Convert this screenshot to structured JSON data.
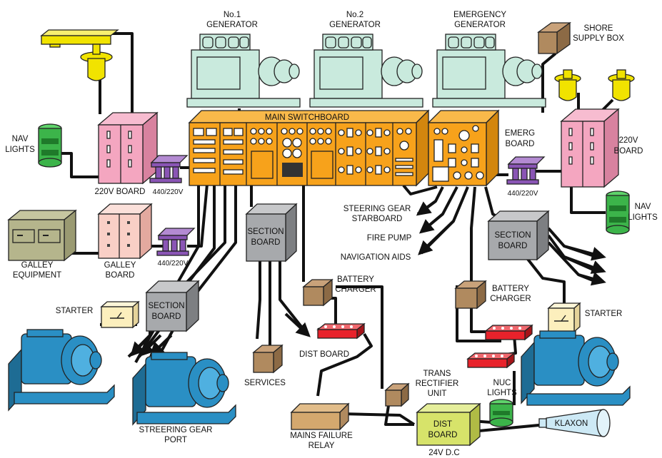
{
  "labels": {
    "gen1": [
      "No.1",
      "GENERATOR"
    ],
    "gen2": [
      "No.2",
      "GENERATOR"
    ],
    "gen_emerg": [
      "EMERGENCY",
      "GENERATOR"
    ],
    "shore": [
      "SHORE",
      "SUPPLY BOX"
    ],
    "main_switchboard": "MAIN SWITCHBOARD",
    "emerg_board": [
      "EMERG",
      "BOARD"
    ],
    "board_220_left": "220V BOARD",
    "board_220_right": [
      "220V",
      "BOARD"
    ],
    "nav_lights_left": [
      "NAV",
      "LIGHTS"
    ],
    "nav_lights_right": [
      "NAV",
      "LIGHTS"
    ],
    "transformer_left_top": "440/220V",
    "transformer_left_bottom": "440/220V",
    "transformer_right": "440/220V",
    "galley_equipment": [
      "GALLEY",
      "EQUIPMENT"
    ],
    "galley_board": [
      "GALLEY",
      "BOARD"
    ],
    "section_board_center": [
      "SECTION",
      "BOARD"
    ],
    "section_board_left": [
      "SECTION",
      "BOARD"
    ],
    "section_board_right": [
      "SECTION",
      "BOARD"
    ],
    "steering_stbd": [
      "STEERING GEAR",
      "STARBOARD"
    ],
    "fire_pump": "FIRE PUMP",
    "nav_aids": "NAVIGATION AIDS",
    "starter_left": "STARTER",
    "starter_right": "STARTER",
    "battery_charger_center": [
      "BATTERY",
      "CHARGER"
    ],
    "battery_charger_right": [
      "BATTERY",
      "CHARGER"
    ],
    "dist_board_top": "DIST BOARD",
    "services": "SERVICES",
    "steering_port": [
      "STREERING GEAR",
      "PORT"
    ],
    "trans_rectifier": [
      "TRANS",
      "RECTIFIER",
      "UNIT"
    ],
    "mains_failure": [
      "MAINS FAILURE",
      "RELAY"
    ],
    "dist_board_24v": [
      "DIST",
      "BOARD"
    ],
    "dc_24v": "24V D.C",
    "nuc_lights": [
      "NUC",
      "LIGHTS"
    ],
    "klaxon": "KLAXON"
  },
  "colors": {
    "generator": "#c9eadd",
    "switchboard": "#f7a21b",
    "board_pink": "#f4a6c0",
    "galley_board": "#f9cfc6",
    "transformer": "#8a55b5",
    "section_board": "#a7a9ac",
    "brown_box": "#b08a5f",
    "motor": "#2a8fc4",
    "nav_light": "#3cb44a",
    "lamp": "#f1e300",
    "starter": "#fcefbd",
    "battery": "#e8222b",
    "dist_24v": "#d7e36a",
    "klaxon": "#cde9f5"
  }
}
